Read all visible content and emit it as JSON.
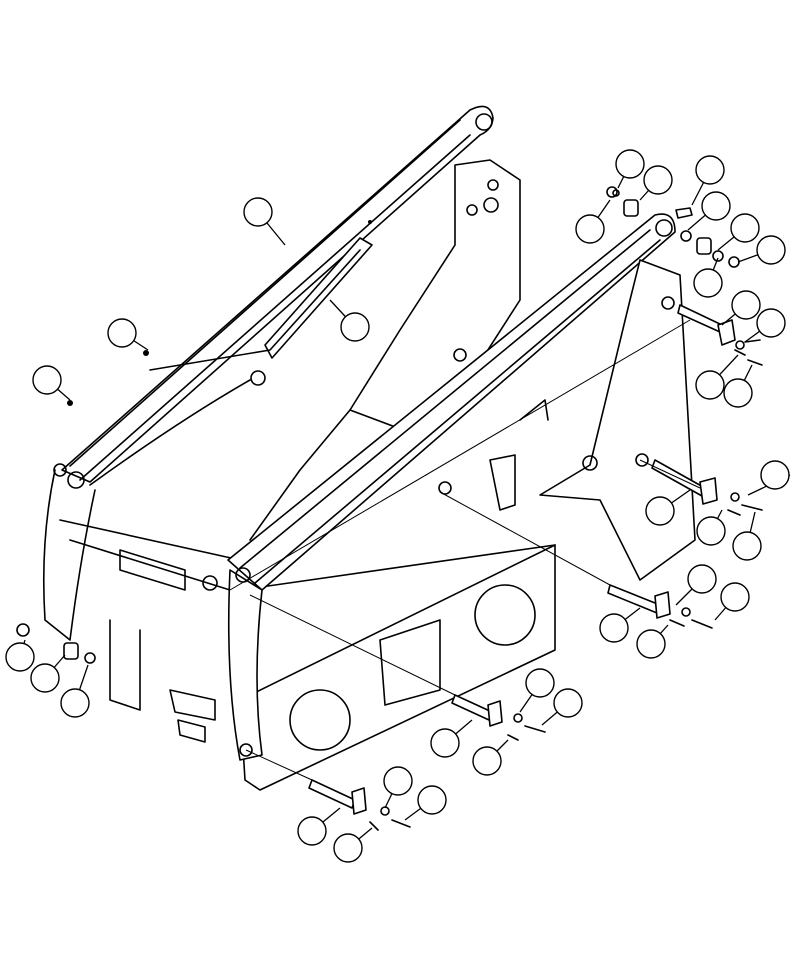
{
  "diagram": {
    "callouts_blank": true,
    "callouts": [
      {
        "id": "c1"
      },
      {
        "id": "c2"
      },
      {
        "id": "c3"
      },
      {
        "id": "c4"
      },
      {
        "id": "c5"
      },
      {
        "id": "c6"
      },
      {
        "id": "c7"
      },
      {
        "id": "c8"
      },
      {
        "id": "c9"
      },
      {
        "id": "c10"
      },
      {
        "id": "c11"
      },
      {
        "id": "c12"
      },
      {
        "id": "c13"
      },
      {
        "id": "c14"
      },
      {
        "id": "c15"
      },
      {
        "id": "c16"
      },
      {
        "id": "c17"
      },
      {
        "id": "c18"
      },
      {
        "id": "c19"
      },
      {
        "id": "c20"
      },
      {
        "id": "c21"
      },
      {
        "id": "c22"
      },
      {
        "id": "c23"
      },
      {
        "id": "c24"
      },
      {
        "id": "c25"
      },
      {
        "id": "c26"
      },
      {
        "id": "c27"
      },
      {
        "id": "c28"
      },
      {
        "id": "c29"
      },
      {
        "id": "c30"
      },
      {
        "id": "c31"
      },
      {
        "id": "c32"
      },
      {
        "id": "c33"
      },
      {
        "id": "c34"
      },
      {
        "id": "c35"
      },
      {
        "id": "c36"
      }
    ]
  },
  "colors": {
    "line": "#000000",
    "background": "#ffffff"
  }
}
